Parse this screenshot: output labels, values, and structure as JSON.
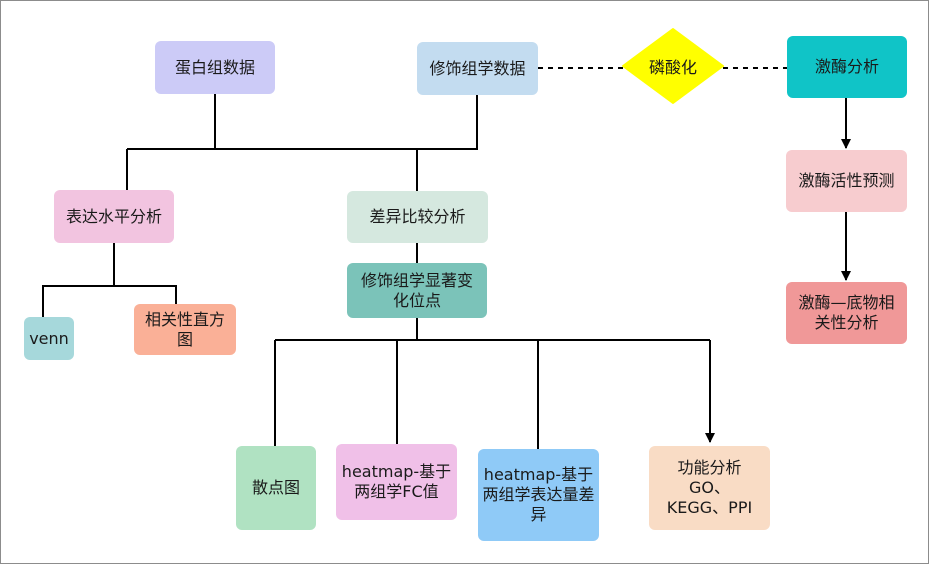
{
  "nodes": {
    "proteome": "蛋白组数据",
    "modomics": "修饰组学数据",
    "phospho": "磷酸化",
    "kinase": "激酶分析",
    "expression": "表达水平分析",
    "diff": "差异比较分析",
    "sigsites": "修饰组学显著变化位点",
    "venn": "venn",
    "corr_hist": "相关性直方图",
    "kinase_activity": "激酶活性预测",
    "kinase_substrate": "激酶—底物相关性分析",
    "scatter": "散点图",
    "heatmap_fc": "heatmap-基于两组学FC值",
    "heatmap_expr": "heatmap-基于两组学表达量差异",
    "function": "功能分析 GO、KEGG、PPI"
  },
  "colors": {
    "proteome": "#cccbf7",
    "modomics": "#c3dcf0",
    "phospho": "#ffff00",
    "kinase": "#10c4c7",
    "expression": "#f2c4e0",
    "diff": "#d5e8df",
    "sigsites": "#7bc3b9",
    "venn": "#a6d8db",
    "corr_hist": "#fab097",
    "kinase_activity": "#f7cccf",
    "kinase_substrate": "#f09898",
    "scatter": "#b0e2c2",
    "heatmap_fc": "#f0c0e8",
    "heatmap_expr": "#8fcaf7",
    "function": "#f9dcc5",
    "line": "#000000"
  }
}
